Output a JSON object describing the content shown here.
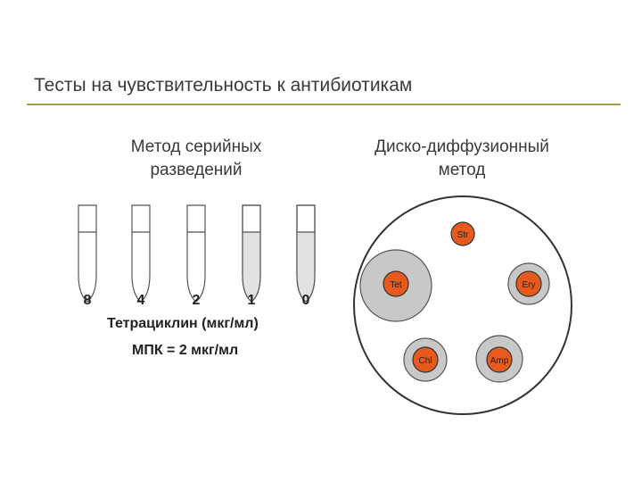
{
  "title": "Тесты на чувствительность к антибиотикам",
  "left_panel": {
    "heading_line1": "Метод серийных",
    "heading_line2": "разведений",
    "dilutions": [
      "8",
      "4",
      "2",
      "1",
      "0"
    ],
    "antibiotic_caption": "Тетрациклин (мкг/мл)",
    "mic_caption": "МПК = 2 мкг/мл"
  },
  "right_panel": {
    "heading_line1": "Диско-диффузионный",
    "heading_line2": "метод",
    "discs": [
      {
        "label": "Str"
      },
      {
        "label": "Tet"
      },
      {
        "label": "Ery"
      },
      {
        "label": "Chl"
      },
      {
        "label": "Amp"
      }
    ]
  },
  "colors": {
    "disc": "#e65a1e",
    "inhibition_zone": "#c8c8c8",
    "tube_growth": "#e2e2e2",
    "title_rule": "#a79a54"
  }
}
